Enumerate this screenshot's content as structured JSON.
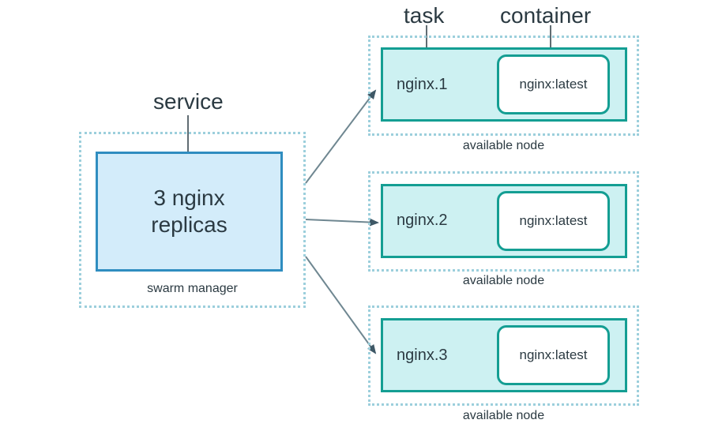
{
  "labels": {
    "service": "service",
    "task": "task",
    "container": "container"
  },
  "manager": {
    "service_line1": "3 nginx",
    "service_line2": "replicas",
    "caption": "swarm manager"
  },
  "nodes": [
    {
      "task": "nginx.1",
      "container": "nginx:latest",
      "caption": "available node"
    },
    {
      "task": "nginx.2",
      "container": "nginx:latest",
      "caption": "available node"
    },
    {
      "task": "nginx.3",
      "container": "nginx:latest",
      "caption": "available node"
    }
  ],
  "colors": {
    "dotted_border": "#9ccfdc",
    "service_fill": "#d3ecfa",
    "service_border": "#2f8dc0",
    "task_fill": "#cdf1f2",
    "task_border": "#149e93",
    "arrow": "#6f8791"
  }
}
